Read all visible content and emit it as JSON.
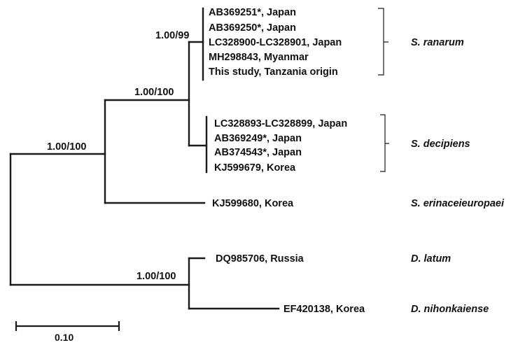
{
  "tree": {
    "support_values": {
      "root": "1.00/100",
      "spirometra": "1.00/100",
      "ranarum_clade": "1.00/99",
      "diphyllobothrium": "1.00/100"
    },
    "taxa": {
      "t1": "AB369251*, Japan",
      "t2": "AB369250*, Japan",
      "t3": "LC328900-LC328901, Japan",
      "t4": "MH298843, Myanmar",
      "t5": "This study, Tanzania origin",
      "t6": "LC328893-LC328899, Japan",
      "t7": "AB369249*, Japan",
      "t8": "AB374543*, Japan",
      "t9": "KJ599679, Korea",
      "t10": "KJ599680, Korea",
      "t11": "DQ985706, Russia",
      "t12": "EF420138, Korea"
    },
    "species": {
      "ranarum": "S. ranarum",
      "decipiens": "S. decipiens",
      "erinaceieuropaei": "S. erinaceieuropaei",
      "latum": "D. latum",
      "nihonkaiense": "D. nihonkaiense"
    },
    "scale": {
      "label": "0.10"
    }
  }
}
